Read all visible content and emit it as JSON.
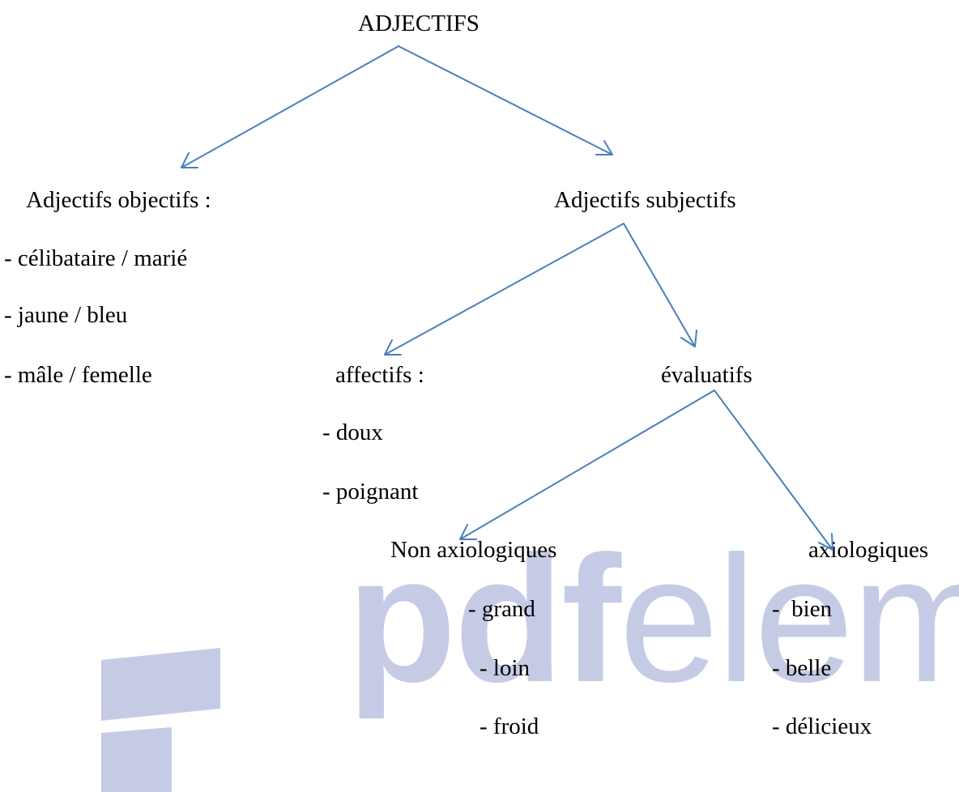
{
  "diagram": {
    "root": "ADJECTIFS",
    "objective": {
      "title": "Adjectifs objectifs :",
      "items": [
        "- célibataire / marié",
        "- jaune / bleu",
        "- mâle / femelle"
      ]
    },
    "subjective": {
      "title": "Adjectifs subjectifs",
      "affective": {
        "title": "affectifs :",
        "items": [
          "- doux",
          "- poignant"
        ]
      },
      "evaluative": {
        "title": "évaluatifs",
        "non_axiological": {
          "title": "Non axiologiques",
          "items": [
            "- grand",
            "- loin",
            "- froid"
          ]
        },
        "axiological": {
          "title": "axiologiques",
          "items": [
            "-  bien",
            "- belle",
            "- délicieux"
          ]
        }
      }
    }
  },
  "watermark": {
    "brand_bold": "pdf",
    "brand_light": "element"
  },
  "colors": {
    "arrow": "#4a7ebb",
    "watermark": "#c6cbe5"
  }
}
